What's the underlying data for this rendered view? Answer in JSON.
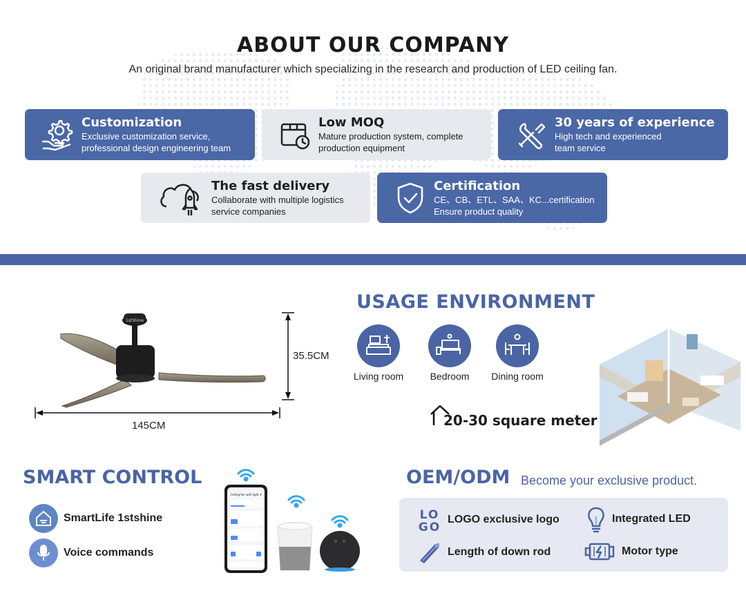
{
  "about": {
    "title": "ABOUT OUR COMPANY",
    "subtitle": "An original brand manufacturer which specializing in  the research and production of LED ceiling fan."
  },
  "cards": [
    {
      "title": "Customization",
      "line1": "Exclusive customization service,",
      "line2": "professional design engineering team",
      "icon": "gear-hand-icon",
      "style": "blue"
    },
    {
      "title": "Low MOQ",
      "line1": "Mature production system, complete",
      "line2": "production equipment",
      "icon": "box-clock-icon",
      "style": "grey"
    },
    {
      "title": "30 years of experience",
      "line1": "High tech and experienced",
      "line2": "team service",
      "icon": "tools-icon",
      "style": "blue"
    },
    {
      "title": "The fast delivery",
      "line1": "Collaborate with multiple logistics",
      "line2": "service companies",
      "icon": "cloud-rocket-icon",
      "style": "grey"
    },
    {
      "title": "Certification",
      "line1": "CE、CB、ETL、SAA、KC...certification",
      "line2": "Ensure product quality",
      "icon": "shield-check-icon",
      "style": "blue"
    }
  ],
  "fan": {
    "height_label": "35.5CM",
    "width_label": "145CM",
    "brand_mark": "1stShine"
  },
  "usage": {
    "title": "USAGE ENVIRONMENT",
    "rooms": [
      {
        "label": "Living room",
        "icon": "sofa-icon"
      },
      {
        "label": "Bedroom",
        "icon": "bed-icon"
      },
      {
        "label": "Dining room",
        "icon": "dining-table-icon"
      }
    ],
    "area": "20-30 square meter",
    "area_icon": "house-icon"
  },
  "smart": {
    "title": "SMART CONTROL",
    "items": [
      {
        "label": "SmartLife 1stshine",
        "icon": "smartlife-app-icon"
      },
      {
        "label": "Voice commands",
        "icon": "microphone-icon"
      }
    ],
    "app_title": "Ceiling fan with light 4"
  },
  "oem": {
    "title": "OEM/ODM",
    "subtitle": "Become your exclusive product.",
    "logo_mark": "LOGO",
    "items": [
      {
        "label": "LOGO exclusive logo",
        "icon": "logo-icon"
      },
      {
        "label": "Integrated LED",
        "icon": "bulb-icon"
      },
      {
        "label": "Length of down rod",
        "icon": "rod-icon"
      },
      {
        "label": "Motor type",
        "icon": "motor-icon"
      }
    ]
  },
  "colors": {
    "accent": "#4a64a4",
    "card_grey": "#e7e9ef",
    "divider": "#4a64a4"
  }
}
